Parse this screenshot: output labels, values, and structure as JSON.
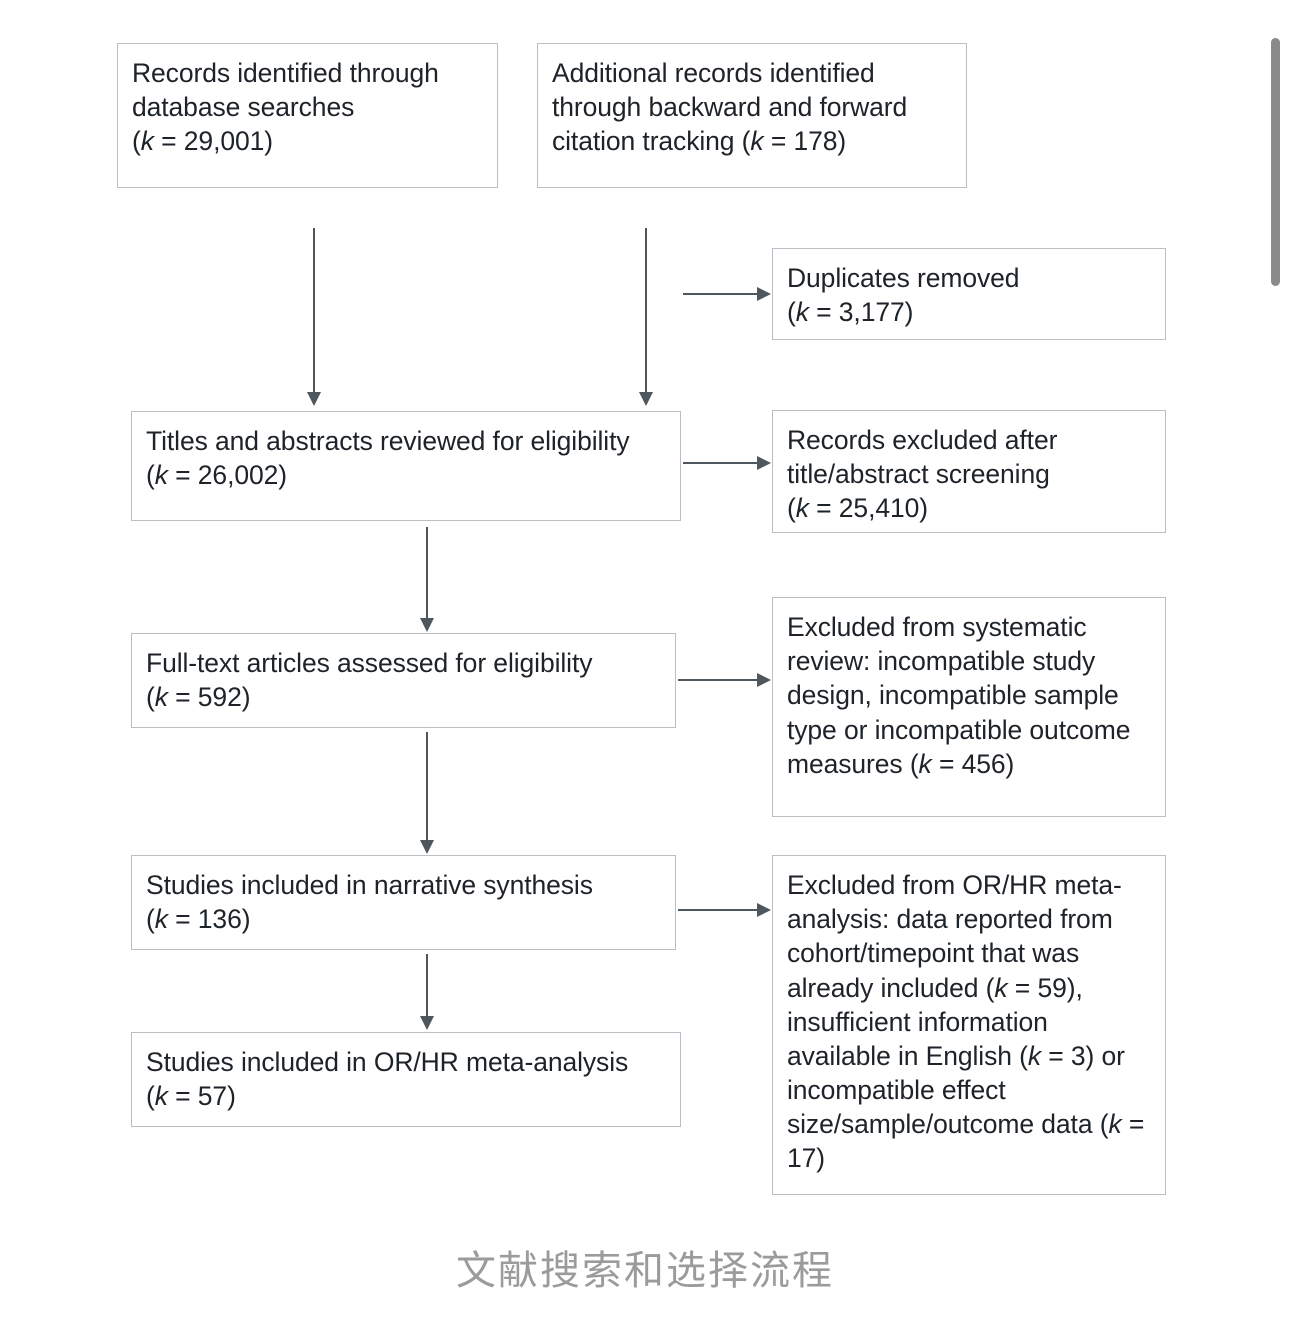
{
  "caption": "文献搜索和选择流程",
  "colors": {
    "box_border": "#b9bfc4",
    "box_background": "#ffffff",
    "text": "#1d2328",
    "connector": "#4e565e",
    "caption_text": "#9b9b9b",
    "page_background": "#ffffff",
    "scrollbar_thumb": "#8a8a8a"
  },
  "diagram": {
    "type": "prisma-flow-diagram",
    "boxes": [
      {
        "id": "records-identified-database",
        "text": "Records identified through database searches\n(k = 29,001)",
        "k": 29001
      },
      {
        "id": "records-identified-citation",
        "text": "Additional records identified through backward and forward citation tracking (k = 178)",
        "k": 178
      },
      {
        "id": "duplicates-removed",
        "text": "Duplicates removed\n(k = 3,177)",
        "k": 3177
      },
      {
        "id": "titles-abstracts-reviewed",
        "text": "Titles and abstracts reviewed for eligibility\n(k = 26,002)",
        "k": 26002
      },
      {
        "id": "records-excluded-screening",
        "text": "Records excluded after title/abstract screening\n(k = 25,410)",
        "k": 25410
      },
      {
        "id": "fulltext-assessed",
        "text": "Full-text articles assessed for eligibility\n(k = 592)",
        "k": 592
      },
      {
        "id": "excluded-systematic-review",
        "text": "Excluded from systematic review: incompatible study design, incompatible sample type or incompatible outcome measures (k = 456)",
        "k": 456
      },
      {
        "id": "included-narrative-synthesis",
        "text": "Studies included in narrative synthesis\n(k = 136)",
        "k": 136
      },
      {
        "id": "excluded-meta-analysis",
        "text": "Excluded from OR/HR meta-analysis: data reported from cohort/timepoint that was already included (k = 59), insufficient information available in English (k = 3) or incompatible effect size/sample/outcome data (k = 17)",
        "k_already_included": 59,
        "k_insufficient_english": 3,
        "k_incompatible_effect": 17
      },
      {
        "id": "included-meta-analysis",
        "text": "Studies included in OR/HR meta-analysis\n(k = 57)",
        "k": 57
      }
    ],
    "connectors": [
      {
        "id": "database-to-titles",
        "direction": "down"
      },
      {
        "id": "citation-to-titles",
        "direction": "down"
      },
      {
        "id": "screening-to-duplicates",
        "direction": "right"
      },
      {
        "id": "titles-to-excluded-screening",
        "direction": "right"
      },
      {
        "id": "titles-to-fulltext",
        "direction": "down"
      },
      {
        "id": "fulltext-to-excluded-review",
        "direction": "right"
      },
      {
        "id": "fulltext-to-narrative",
        "direction": "down"
      },
      {
        "id": "narrative-to-excluded-meta",
        "direction": "right"
      },
      {
        "id": "narrative-to-meta-analysis",
        "direction": "down"
      }
    ]
  }
}
